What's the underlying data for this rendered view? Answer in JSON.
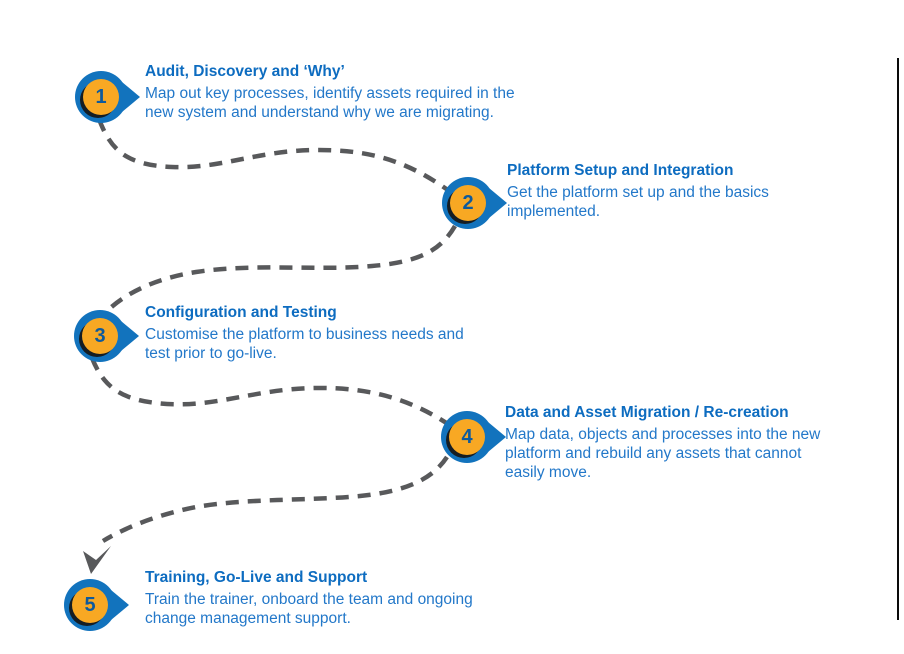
{
  "diagram": {
    "steps": [
      {
        "number": "1",
        "title": "Audit, Discovery and ‘Why’",
        "body": "Map out key processes, identify assets required in the\nnew system and understand why we are migrating."
      },
      {
        "number": "2",
        "title": "Platform Setup and Integration",
        "body": "Get the platform set up and the basics\nimplemented."
      },
      {
        "number": "3",
        "title": "Configuration and Testing",
        "body": "Customise the platform to business needs and\ntest prior to go-live."
      },
      {
        "number": "4",
        "title": "Data and Asset Migration / Re-creation",
        "body": "Map data, objects and processes into the new\nplatform and rebuild any assets that cannot\neasily move."
      },
      {
        "number": "5",
        "title": "Training, Go-Live and Support",
        "body": "Train the trainer, onboard the team and ongoing\nchange management support."
      }
    ],
    "colors": {
      "pin_blue": "#1273bd",
      "pin_orange": "#f8a823",
      "title_blue": "#0d6cc0",
      "body_blue": "#2378c9",
      "connector_gray": "#58595b"
    }
  }
}
